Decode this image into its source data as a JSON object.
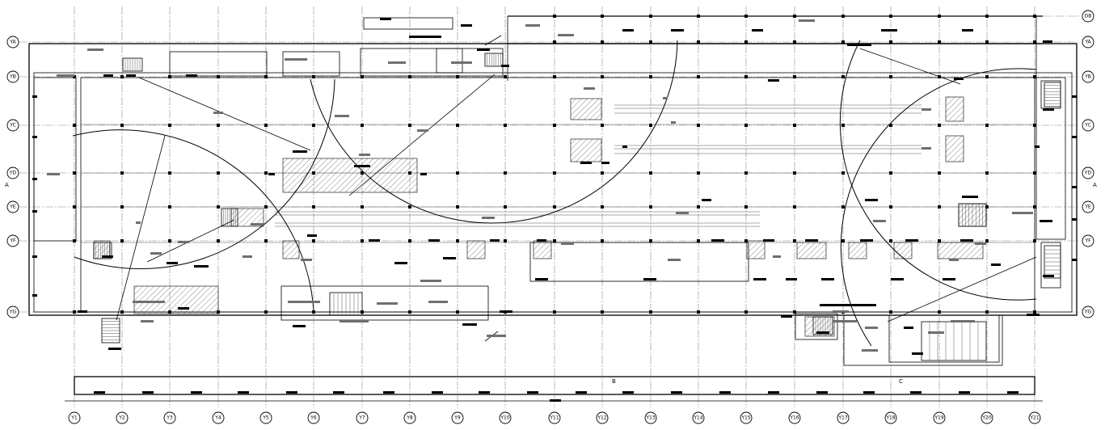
{
  "grid": {
    "x_axes": [
      "Y1",
      "Y2",
      "Y3",
      "Y4",
      "Y5",
      "Y6",
      "Y7",
      "Y8",
      "Y9",
      "Y10",
      "Y11",
      "Y12",
      "Y13",
      "Y14",
      "Y15",
      "Y16",
      "Y17",
      "Y18",
      "Y19",
      "Y20",
      "Y21"
    ],
    "y_axes": [
      "YA",
      "YB",
      "YC",
      "YD",
      "YE",
      "YF",
      "YG"
    ],
    "top_right_axis": "DB"
  },
  "section_marks": [
    "A",
    "B",
    "C"
  ],
  "colors": {
    "line": "#000000",
    "grid": "#8a8a8a",
    "tag_gray": "#6f6f6f",
    "background": "#ffffff"
  }
}
